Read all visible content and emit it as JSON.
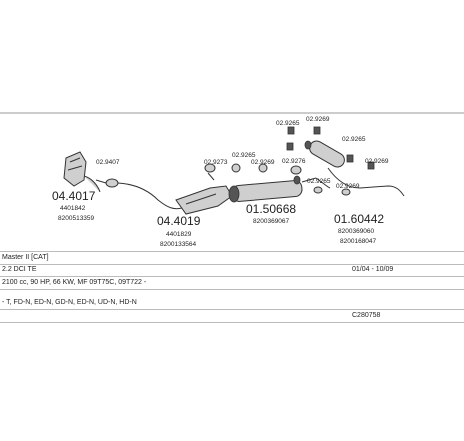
{
  "parts": {
    "p1": {
      "number": "04.4017",
      "ref": "4401842",
      "oe": "8200513359"
    },
    "p2": {
      "number": "04.4019",
      "ref": "4401829",
      "oe": "8200133564"
    },
    "p3": {
      "number": "01.50668",
      "oe": "8200369067"
    },
    "p4": {
      "number": "01.60442",
      "oe1": "8200369060",
      "oe2": "8200168047"
    }
  },
  "fittings": {
    "f1": "02.9407",
    "f2": "02.9265",
    "f3": "02.9273",
    "f4": "02.9269",
    "f5": "02.9276",
    "f6": "02.9265",
    "f7": "02.9269",
    "f8": "02.9265",
    "f9": "02.9269",
    "f10": "02.9265",
    "f11": "02.9269"
  },
  "table": {
    "model": "Master II [CAT]",
    "engine": "2.2 DCI TE",
    "dates": "01/04 - 10/09",
    "spec": "2100 cc, 90 HP, 66 KW, MF 09T75C, 09T722 -",
    "variants": "- T, FD-N, ED-N, GD-N, ED-N, UD-N, HD-N",
    "code": "C280758"
  }
}
